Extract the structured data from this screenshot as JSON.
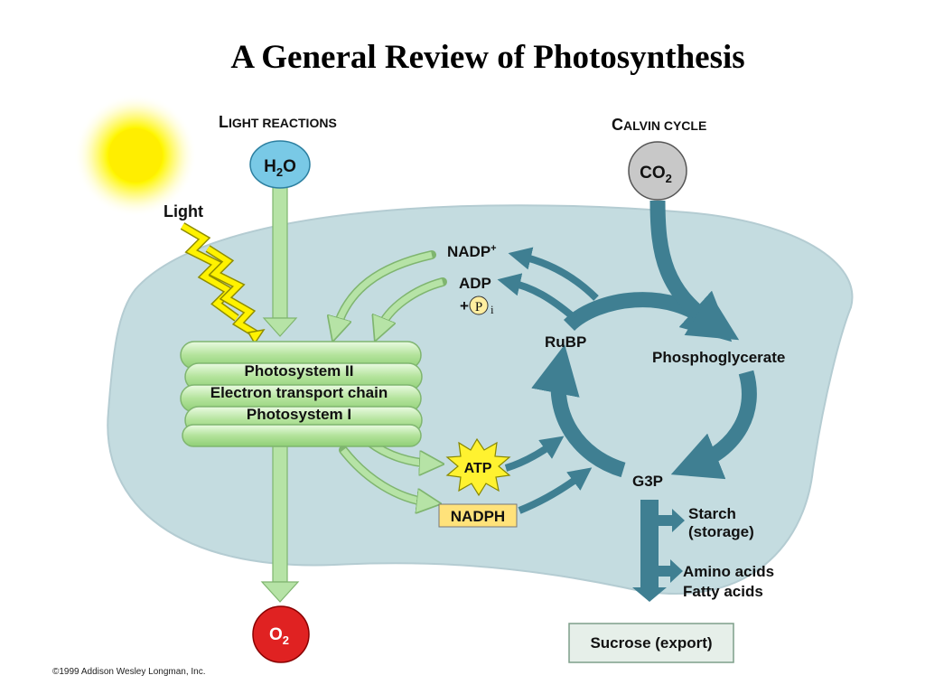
{
  "title": "A General Review of Photosynthesis",
  "sections": {
    "light_reactions": {
      "initial": "L",
      "rest": "IGHT REACTIONS"
    },
    "calvin_cycle": {
      "initial": "C",
      "rest": "ALVIN CYCLE"
    }
  },
  "labels": {
    "light": "Light",
    "h2o": {
      "main": "H",
      "sub": "2",
      "end": "O"
    },
    "co2": {
      "main": "CO",
      "sub": "2"
    },
    "o2": {
      "main": "O",
      "sub": "2"
    },
    "nadp_plus": {
      "main": "NADP",
      "sup": "+"
    },
    "adp": "ADP",
    "pi": {
      "plus": "+",
      "p": "P",
      "i": "i"
    },
    "rubp": "RuBP",
    "phosphoglycerate": "Phosphoglycerate",
    "g3p": "G3P",
    "atp": "ATP",
    "nadph": "NADPH",
    "photosystem_ii": "Photosystem II",
    "electron_transport_chain": "Electron transport chain",
    "photosystem_i": "Photosystem I",
    "starch": "Starch",
    "storage": "(storage)",
    "amino_acids": "Amino acids",
    "fatty_acids": "Fatty acids",
    "sucrose_export": "Sucrose (export)"
  },
  "copyright": "©1999 Addison Wesley Longman, Inc.",
  "colors": {
    "chloroplast_fill": "#c4dce0",
    "green_arrow": "#b6e3a6",
    "teal_arrow": "#3f7f92",
    "h2o": "#79c9e6",
    "co2": "#c8c8c8",
    "o2": "#e02222",
    "atp": "#fff230",
    "nadph": "#ffe27a",
    "sun": "#ffee00"
  }
}
